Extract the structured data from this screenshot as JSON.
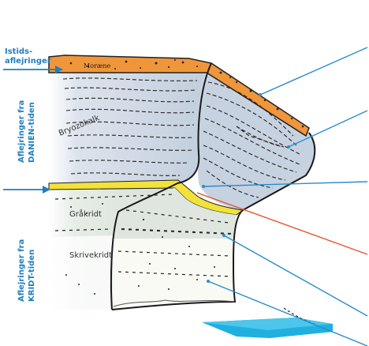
{
  "labels": {
    "istids": [
      "Istids-",
      "aflejringer"
    ],
    "moraene": "Moræne",
    "bryozokalk": "Bryozokalk",
    "danien": [
      "Aflejringer fra",
      "DANIEN-tiden"
    ],
    "kridt": [
      "Aflejringer fra",
      "KRIDT-tiden"
    ],
    "graakridt": "Gråkridt",
    "skrivekridt": "Skrivekridt"
  },
  "colors": {
    "moraene": "#f0963a",
    "danien": "#c9d4e2",
    "gray_kridt": "#dfe6e0",
    "white_kridt": "#f7f7f2",
    "yellow_layer": "#f2e23a",
    "water": "#1fb0e0",
    "leader_blue": "#2a8ccc",
    "leader_red": "#e8532e",
    "text_blue": "#1f7fbf"
  }
}
